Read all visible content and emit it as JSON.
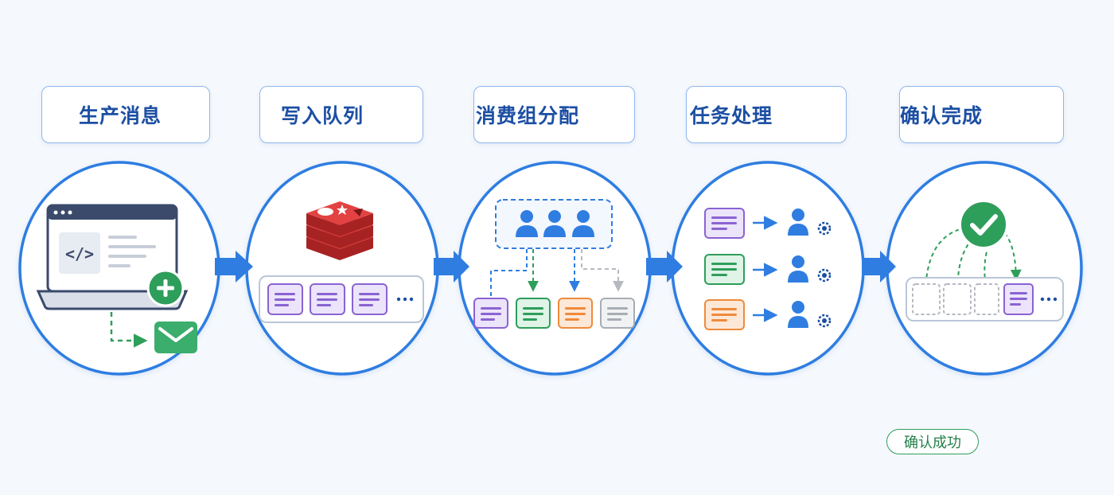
{
  "steps": [
    {
      "label": "生产消息",
      "icon": "laptop-code-icon"
    },
    {
      "label": "写入队列",
      "icon": "redis-stack-icon"
    },
    {
      "label": "消费组分配",
      "icon": "consumer-group-icon"
    },
    {
      "label": "任务处理",
      "icon": "worker-gear-icon"
    },
    {
      "label": "确认完成",
      "icon": "check-circle-icon"
    }
  ],
  "ack_badge": "确认成功",
  "colors": {
    "primary_blue": "#2f7de1",
    "label_text": "#1c4fa3",
    "purple": "#8a63d2",
    "green": "#2e9e5b",
    "orange": "#ef8a3a",
    "gray": "#a8adb5",
    "redis_red": "#d8302f"
  }
}
